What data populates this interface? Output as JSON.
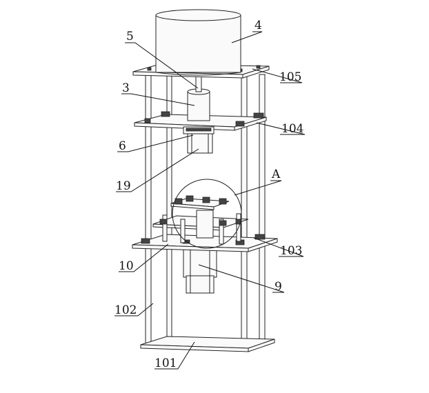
{
  "labels": {
    "l4": "4",
    "l5": "5",
    "l105": "105",
    "l3": "3",
    "l104": "104",
    "l6": "6",
    "lA": "A",
    "l19": "19",
    "l103": "103",
    "l10": "10",
    "l9": "9",
    "l102": "102",
    "l101": "101"
  }
}
